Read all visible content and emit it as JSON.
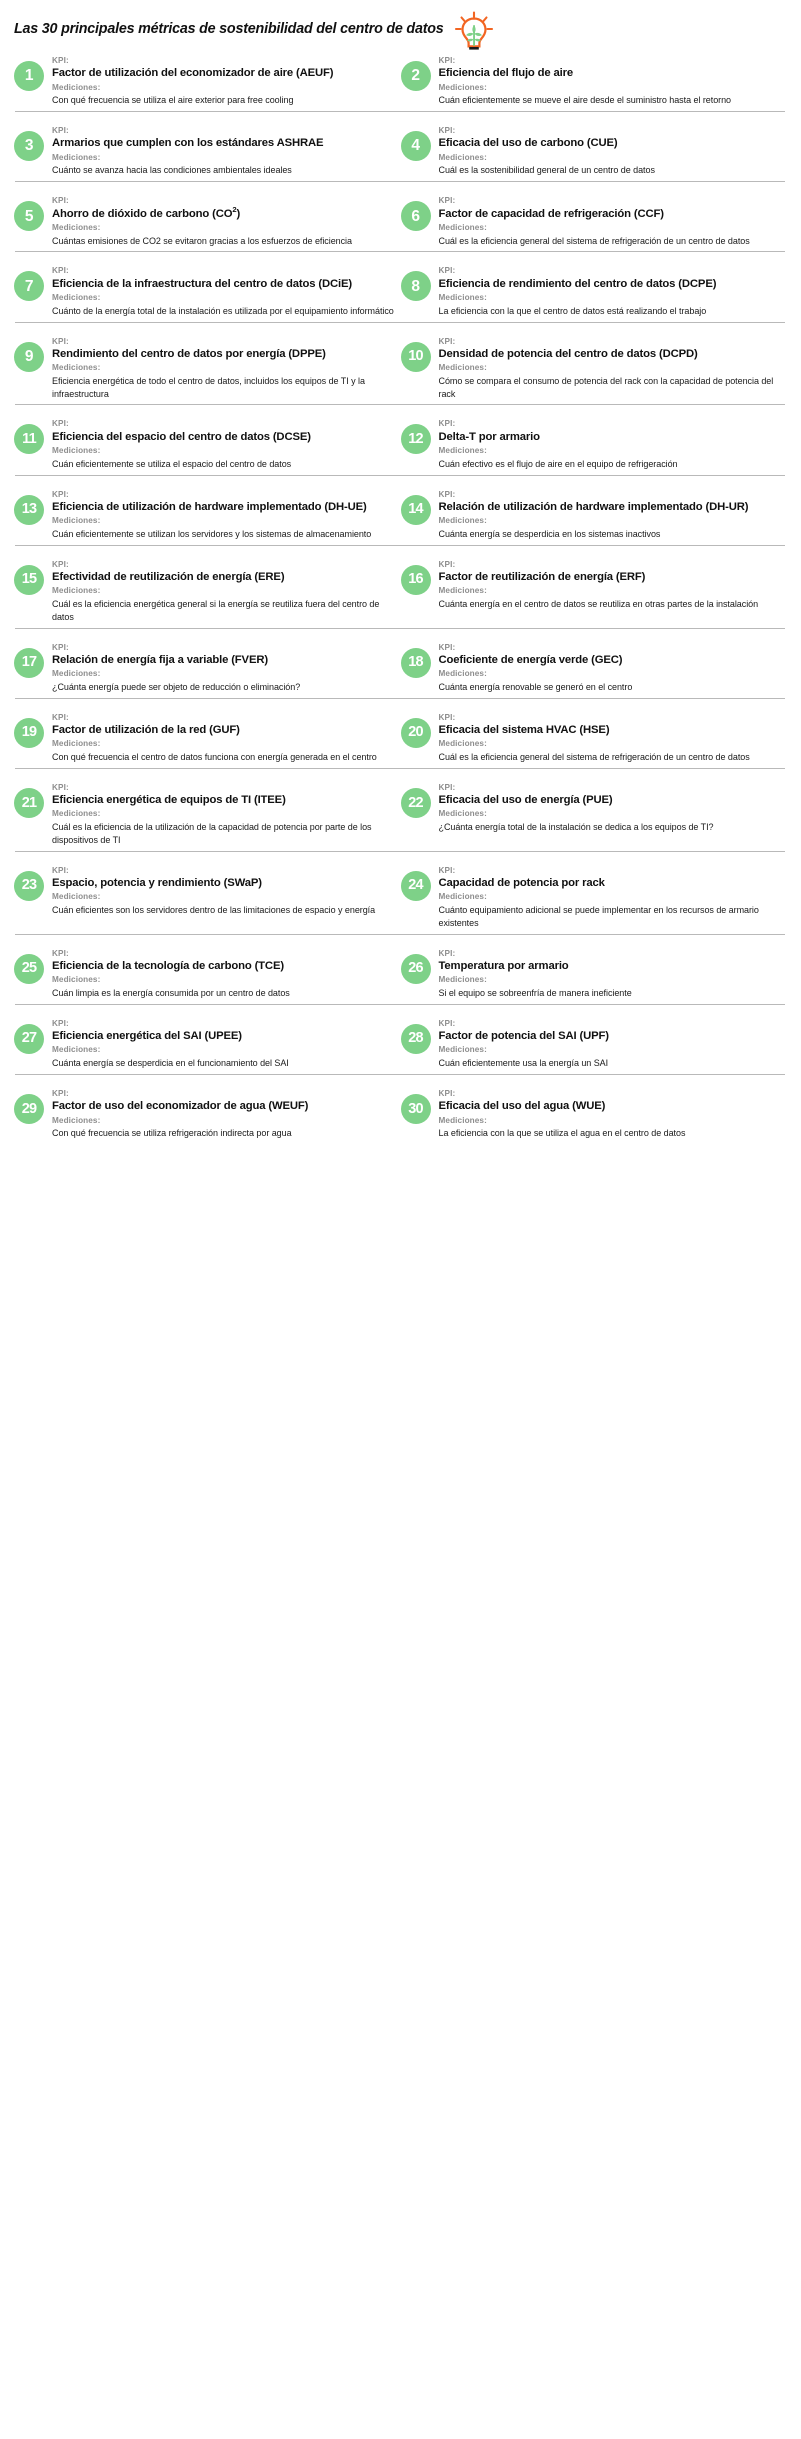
{
  "header": {
    "title": "Las 30 principales métricas de sostenibilidad del centro de datos",
    "icon": "lightbulb-plant-icon",
    "icon_colors": {
      "bulb": "#F26522",
      "plant": "#7ED188"
    }
  },
  "labels": {
    "kpi": "KPI:",
    "mediciones": "Mediciones:"
  },
  "theme": {
    "badge_bg": "#7ED188",
    "badge_text": "#FFFFFF",
    "label_gray": "#8E8E8E",
    "body_text": "#1A1A1A",
    "divider": "#B9B9B9"
  },
  "items": [
    {
      "num": "1",
      "title": "Factor de utilización del economizador de aire (AEUF)",
      "desc": "Con qué frecuencia se utiliza el aire exterior para free cooling"
    },
    {
      "num": "2",
      "title": "Eficiencia del flujo de aire",
      "desc": "Cuán eficientemente se mueve el aire desde el suministro hasta el retorno"
    },
    {
      "num": "3",
      "title": "Armarios que cumplen con los estándares ASHRAE",
      "desc": "Cuánto se avanza hacia las condiciones ambientales ideales"
    },
    {
      "num": "4",
      "title": "Eficacia del uso de carbono (CUE)",
      "desc": "Cuál es la sostenibilidad general de un centro de datos"
    },
    {
      "num": "5",
      "title": "Ahorro de dióxido de carbono (CO²)",
      "title_sup": "2",
      "desc": "Cuántas emisiones de CO2 se evitaron gracias a los esfuerzos de eficiencia"
    },
    {
      "num": "6",
      "title": "Factor de capacidad de refrigeración (CCF)",
      "desc": "Cuál es la eficiencia general del sistema de refrigeración de un centro de datos"
    },
    {
      "num": "7",
      "title": "Eficiencia de la infraestructura del centro de datos (DCiE)",
      "desc": "Cuánto de la energía total de la instalación es utilizada por el equipamiento informático"
    },
    {
      "num": "8",
      "title": "Eficiencia de rendimiento del centro de datos (DCPE)",
      "desc": "La eficiencia con la que el centro de datos está realizando el trabajo"
    },
    {
      "num": "9",
      "title": "Rendimiento del centro de datos por energía (DPPE)",
      "desc": "Eficiencia energética de todo el centro de datos, incluidos los equipos de TI y la infraestructura"
    },
    {
      "num": "10",
      "title": "Densidad de potencia del centro de datos (DCPD)",
      "desc": "Cómo se compara el consumo de potencia del rack con la capacidad de potencia del rack"
    },
    {
      "num": "11",
      "title": "Eficiencia del espacio del centro de datos (DCSE)",
      "desc": "Cuán eficientemente se utiliza el espacio del centro de datos"
    },
    {
      "num": "12",
      "title": "Delta-T por armario",
      "desc": "Cuán efectivo es el flujo de aire en el equipo de refrigeración"
    },
    {
      "num": "13",
      "title": "Eficiencia de utilización de hardware implementado (DH-UE)",
      "desc": "Cuán eficientemente se utilizan los servidores y los sistemas de almacenamiento"
    },
    {
      "num": "14",
      "title": "Relación de utilización de hardware implementado (DH-UR)",
      "desc": "Cuánta energía se desperdicia en los sistemas inactivos"
    },
    {
      "num": "15",
      "title": "Efectividad de reutilización de energía (ERE)",
      "desc": "Cuál es la eficiencia energética general si la energía se reutiliza fuera del centro de datos"
    },
    {
      "num": "16",
      "title": "Factor de reutilización de energía (ERF)",
      "desc": "Cuánta energía en el centro de datos se reutiliza en otras partes de la instalación"
    },
    {
      "num": "17",
      "title": "Relación de energía fija a variable (FVER)",
      "desc": "¿Cuánta energía puede ser objeto de reducción o eliminación?"
    },
    {
      "num": "18",
      "title": "Coeficiente de energía verde (GEC)",
      "desc": "Cuánta energía renovable se generó en el centro"
    },
    {
      "num": "19",
      "title": "Factor de utilización de la red (GUF)",
      "desc": "Con qué frecuencia el centro de datos funciona con energía generada en el centro"
    },
    {
      "num": "20",
      "title": "Eficacia del sistema HVAC (HSE)",
      "desc": "Cuál es la eficiencia general del sistema de refrigeración de un centro de datos"
    },
    {
      "num": "21",
      "title": "Eficiencia energética de equipos de TI (ITEE)",
      "desc": "Cuál es la eficiencia de la utilización de la capacidad de potencia por parte de los dispositivos de TI"
    },
    {
      "num": "22",
      "title": "Eficacia del uso de energía (PUE)",
      "desc": "¿Cuánta energía total de la instalación se dedica a los equipos de TI?"
    },
    {
      "num": "23",
      "title": "Espacio, potencia y rendimiento (SWaP)",
      "desc": "Cuán eficientes son los servidores dentro de las limitaciones de espacio y energía"
    },
    {
      "num": "24",
      "title": "Capacidad de potencia por rack",
      "desc": "Cuánto equipamiento adicional se puede implementar en los recursos de armario existentes"
    },
    {
      "num": "25",
      "title": "Eficiencia de la tecnología de carbono (TCE)",
      "desc": "Cuán limpia es la energía consumida por un centro de datos"
    },
    {
      "num": "26",
      "title": "Temperatura por armario",
      "desc": "Si el equipo se sobreenfría de manera ineficiente"
    },
    {
      "num": "27",
      "title": "Eficiencia energética del SAI (UPEE)",
      "desc": "Cuánta energía se desperdicia en el funcionamiento del SAI"
    },
    {
      "num": "28",
      "title": "Factor de potencia del SAI (UPF)",
      "desc": "Cuán eficientemente usa la energía un SAI"
    },
    {
      "num": "29",
      "title": "Factor de uso del economizador de agua (WEUF)",
      "desc": "Con qué frecuencia se utiliza refrigeración indirecta por agua"
    },
    {
      "num": "30",
      "title": "Eficacia del uso del agua (WUE)",
      "desc": "La eficiencia con la que se utiliza el agua en el centro de datos"
    }
  ]
}
